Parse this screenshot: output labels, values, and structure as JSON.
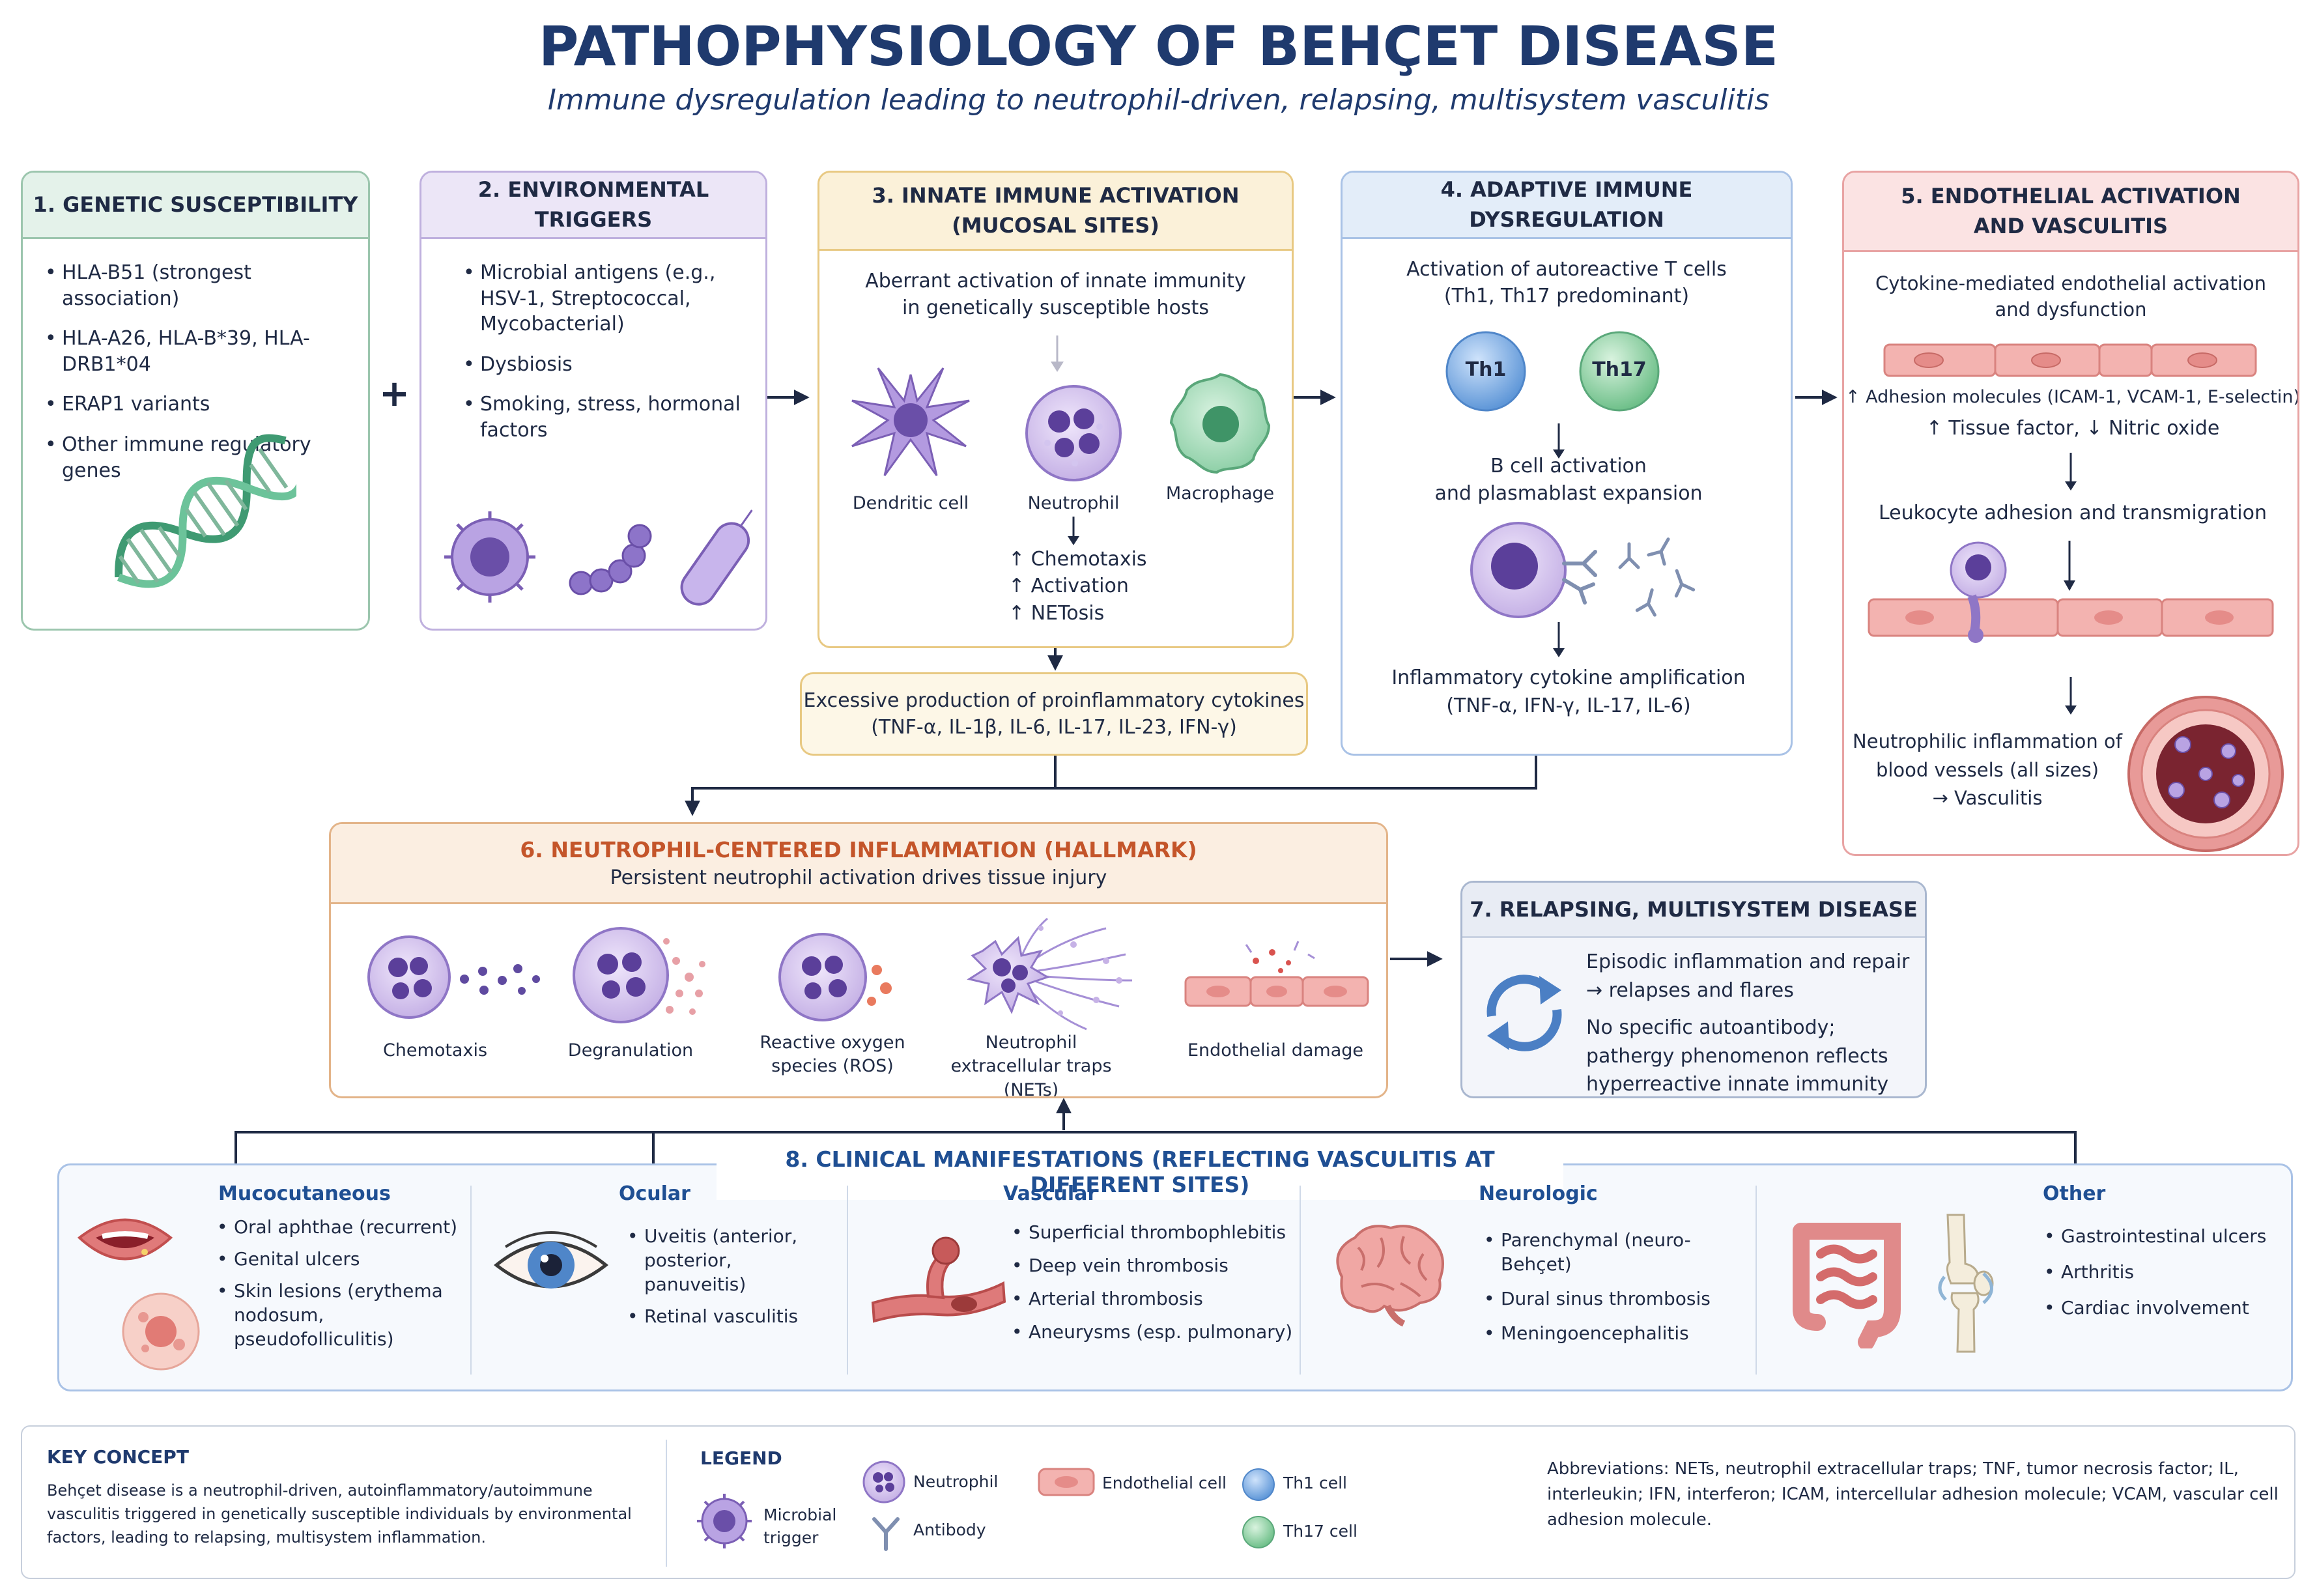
{
  "title": "PATHOPHYSIOLOGY OF BEHÇET DISEASE",
  "subtitle": "Immune dysregulation leading to neutrophil-driven, relapsing, multisystem vasculitis",
  "plus_sign": "+",
  "colors": {
    "navy": "#1f3a6e",
    "green": "#6aa78a",
    "purple": "#8e7cc3",
    "yellow": "#e7c27a",
    "blue": "#7fa6d6",
    "red": "#e08a8a",
    "orange": "#e3b489"
  },
  "panel1": {
    "title": "1. GENETIC SUSCEPTIBILITY",
    "items": [
      "HLA-B51 (strongest association)",
      "HLA-A26, HLA-B*39, HLA-DRB1*04",
      "ERAP1 variants",
      "Other immune regulatory genes"
    ]
  },
  "panel2": {
    "title": "2. ENVIRONMENTAL TRIGGERS",
    "items": [
      "Microbial antigens (e.g., HSV-1, Streptococcal, Mycobacterial)",
      "Dysbiosis",
      "Smoking, stress, hormonal factors"
    ]
  },
  "panel3": {
    "title_l1": "3. INNATE IMMUNE ACTIVATION",
    "title_l2": "(MUCOSAL SITES)",
    "desc": "Aberrant activation of innate immunity in genetically susceptible hosts",
    "cell_dendritic": "Dendritic cell",
    "cell_neutrophil": "Neutrophil",
    "cell_macrophage": "Macrophage",
    "effects": [
      "↑ Chemotaxis",
      "↑ Activation",
      "↑ NETosis"
    ]
  },
  "cytokine_box": {
    "line1": "Excessive production of proinflammatory cytokines",
    "line2": "(TNF-α, IL-1β, IL-6, IL-17, IL-23, IFN-γ)"
  },
  "panel4": {
    "title": "4. ADAPTIVE IMMUNE DYSREGULATION",
    "line1": "Activation of autoreactive T cells",
    "line2": "(Th1, Th17 predominant)",
    "th1": "Th1",
    "th17": "Th17",
    "bcell1": "B cell activation",
    "bcell2": "and plasmablast expansion",
    "amp1": "Inflammatory cytokine amplification",
    "amp2": "(TNF-α, IFN-γ, IL-17, IL-6)"
  },
  "panel5": {
    "title_l1": "5. ENDOTHELIAL ACTIVATION",
    "title_l2": "AND VASCULITIS",
    "desc1": "Cytokine-mediated endothelial activation",
    "desc2": "and dysfunction",
    "adhesion": "↑ Adhesion molecules (ICAM-1, VCAM-1, E-selectin)",
    "tissue": "↑ Tissue factor, ↓ Nitric oxide",
    "leuko": "Leukocyte adhesion and transmigration",
    "neutro1": "Neutrophilic inflammation of",
    "neutro2": "blood vessels (all sizes)",
    "neutro3": "→ Vasculitis"
  },
  "panel6": {
    "title": "6. NEUTROPHIL-CENTERED INFLAMMATION (HALLMARK)",
    "subtitle": "Persistent neutrophil activation drives tissue injury",
    "items": [
      "Chemotaxis",
      "Degranulation",
      "Reactive oxygen species (ROS)",
      "Neutrophil extracellular traps (NETs)",
      "Endothelial damage"
    ]
  },
  "panel7": {
    "title": "7. RELAPSING, MULTISYSTEM DISEASE",
    "p1": "Episodic inflammation and repair → relapses and flares",
    "p2": "No specific autoantibody; pathergy phenomenon reflects hyperreactive innate immunity"
  },
  "panel8": {
    "title": "8. CLINICAL MANIFESTATIONS (REFLECTING VASCULITIS AT DIFFERENT SITES)",
    "cols": [
      {
        "head": "Mucocutaneous",
        "items": [
          "Oral aphthae (recurrent)",
          "Genital ulcers",
          "Skin lesions (erythema nodosum, pseudofolliculitis)"
        ]
      },
      {
        "head": "Ocular",
        "items": [
          "Uveitis (anterior, posterior, panuveitis)",
          "Retinal vasculitis"
        ]
      },
      {
        "head": "Vascular",
        "items": [
          "Superficial thrombophlebitis",
          "Deep vein thrombosis",
          "Arterial thrombosis",
          "Aneurysms (esp. pulmonary)"
        ]
      },
      {
        "head": "Neurologic",
        "items": [
          "Parenchymal (neuro-Behçet)",
          "Dural sinus thrombosis",
          "Meningoencephalitis"
        ]
      },
      {
        "head": "Other",
        "items": [
          "Gastrointestinal ulcers",
          "Arthritis",
          "Cardiac involvement"
        ]
      }
    ]
  },
  "footer": {
    "key_title": "KEY CONCEPT",
    "key_text": "Behçet disease is a neutrophil-driven, autoinflammatory/autoimmune vasculitis triggered in genetically susceptible individuals by environmental factors, leading to relapsing, multisystem inflammation.",
    "legend_title": "LEGEND",
    "legend_microbial": "Microbial trigger",
    "legend_neutrophil": "Neutrophil",
    "legend_antibody": "Antibody",
    "legend_endothelial": "Endothelial cell",
    "legend_th1": "Th1 cell",
    "legend_th17": "Th17 cell",
    "abbrev": "Abbreviations: NETs, neutrophil extracellular traps; TNF, tumor necrosis factor; IL, interleukin; IFN, interferon; ICAM, intercellular adhesion molecule; VCAM, vascular cell adhesion molecule."
  }
}
